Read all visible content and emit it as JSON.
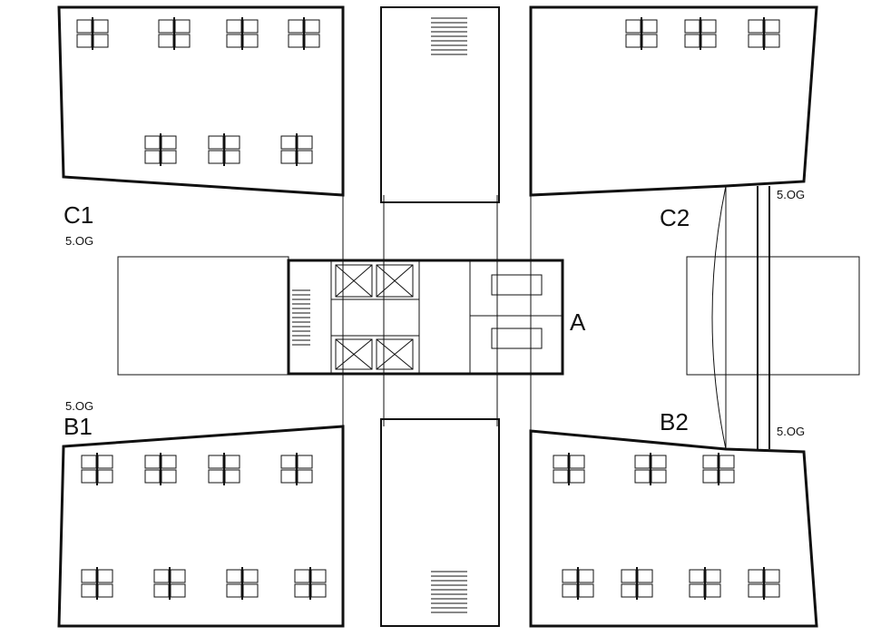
{
  "plan": {
    "wings": [
      {
        "id": "C1",
        "label": "C1",
        "floor": "5.OG"
      },
      {
        "id": "C2",
        "label": "C2",
        "floor": "5.OG"
      },
      {
        "id": "B1",
        "label": "B1",
        "floor": "5.OG"
      },
      {
        "id": "B2",
        "label": "B2",
        "floor": "5.OG"
      }
    ],
    "core_label": "A"
  }
}
